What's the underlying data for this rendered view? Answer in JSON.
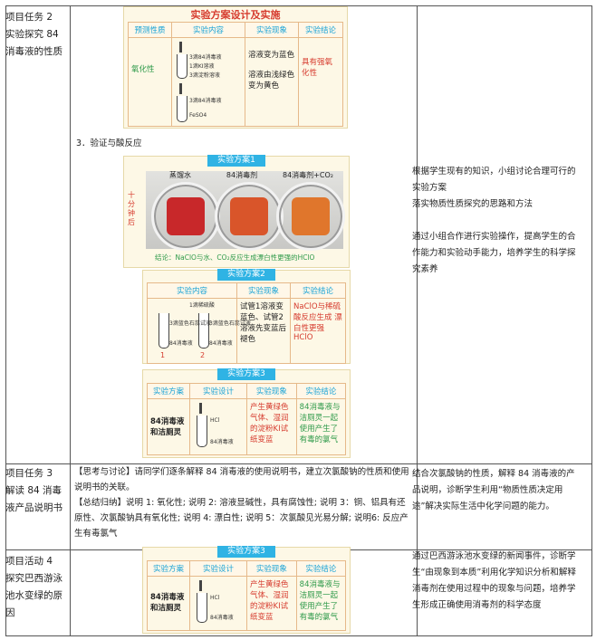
{
  "rows": [
    {
      "task": "项目任务 2 实验探究 84 消毒液的性质",
      "notes": "根据学生现有的知识，小组讨论合理可行的实验方案\n落实物质性质探究的思路和方法\n\n通过小组合作进行实验操作，提高学生的合作能力和实验动手能力，培养学生的科学探究素养"
    },
    {
      "task": "项目任务 3 解读 84 消毒液产品说明书",
      "notes": "结合次氯酸钠的性质，解释 84 消毒液的产品说明，诊断学生利用“物质性质决定用途”解决实际生活中化学问题的能力。"
    },
    {
      "task": "项目活动 4 探究巴西游泳池水变绿的原因",
      "notes": "通过巴西游泳池水变绿的新闻事件，诊断学生“由现象到本质”利用化学知识分析和解释消毒剂在使用过程中的现象与问题，培养学生形成正确使用消毒剂的科学态度"
    }
  ],
  "card1": {
    "title": "实验方案设计及实施",
    "headers": [
      "预测性质",
      "实验内容",
      "实验现象",
      "实验结论"
    ],
    "property": "氧化性",
    "tube_labels": [
      "3滴84消毒液",
      "1滴KI溶液",
      "3滴淀粉溶液",
      "3滴84消毒液",
      "FeSO4"
    ],
    "phenomenon1": "溶液变为蓝色",
    "phenomenon2": "溶液由浅绿色变为黄色",
    "conclusion": "具有强氧化性"
  },
  "section3": "3．验证与酸反应",
  "card2": {
    "banner": "实验方案1",
    "labels": [
      "蒸馏水",
      "84消毒剂",
      "84消毒剂+CO₂"
    ],
    "side_note": "十分钟后",
    "conclusion": "结论：NaClO与水、CO₂反应生成漂白性更强的HClO",
    "colors": {
      "left": "#c8282a",
      "middle": "#d9552a",
      "right": "#e0762c"
    }
  },
  "card3": {
    "banner": "实验方案2",
    "headers": [
      "实验内容",
      "实验现象",
      "实验结论"
    ],
    "top_label": "1滴稀硫酸",
    "tube_labels": [
      "3滴蓝色石蕊试液",
      "3滴蓝色石蕊试液",
      "84消毒液",
      "84消毒液"
    ],
    "numbers": [
      "1",
      "2"
    ],
    "phenomenon": "试管1溶液变蓝色、试管2溶液先变蓝后褪色",
    "conclusion": "NaClO与稀硫酸反应生成 漂白性更强HClO"
  },
  "card4": {
    "banner": "实验方案3",
    "headers": [
      "实验方案",
      "实验设计",
      "实验现象",
      "实验结论"
    ],
    "scheme": "84消毒液和洁厕灵",
    "tube_labels": [
      "HCl",
      "84消毒液"
    ],
    "phenomenon": "产生黄绿色气体、湿润的淀粉KI试纸变蓝",
    "conclusion": "84消毒液与洁厕灵一起使用产生了有毒的氯气"
  },
  "row2": {
    "p1": "【思考与讨论】请同学们逐条解释 84 消毒液的使用说明书，建立次氯酸钠的性质和使用说明书的关联。",
    "p2": "【总结归纳】说明 1: 氧化性; 说明 2: 溶液显碱性，具有腐蚀性; 说明 3：铜、铝具有还原性、次氯酸钠具有氧化性; 说明 4: 漂白性; 说明 5：次氯酸见光易分解; 说明6: 反应产生有毒氯气"
  }
}
